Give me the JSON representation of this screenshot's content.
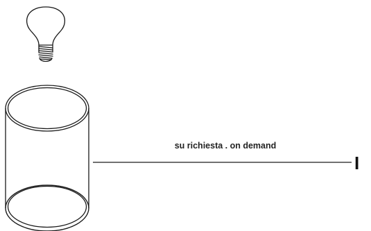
{
  "dimension": {
    "label": "su richiesta . on demand",
    "marker": "I"
  },
  "colors": {
    "stroke": "#1a1a1a",
    "text": "#222222",
    "background": "#ffffff"
  },
  "icons": [
    "light-bulb-icon",
    "glass-cylinder-shade"
  ]
}
